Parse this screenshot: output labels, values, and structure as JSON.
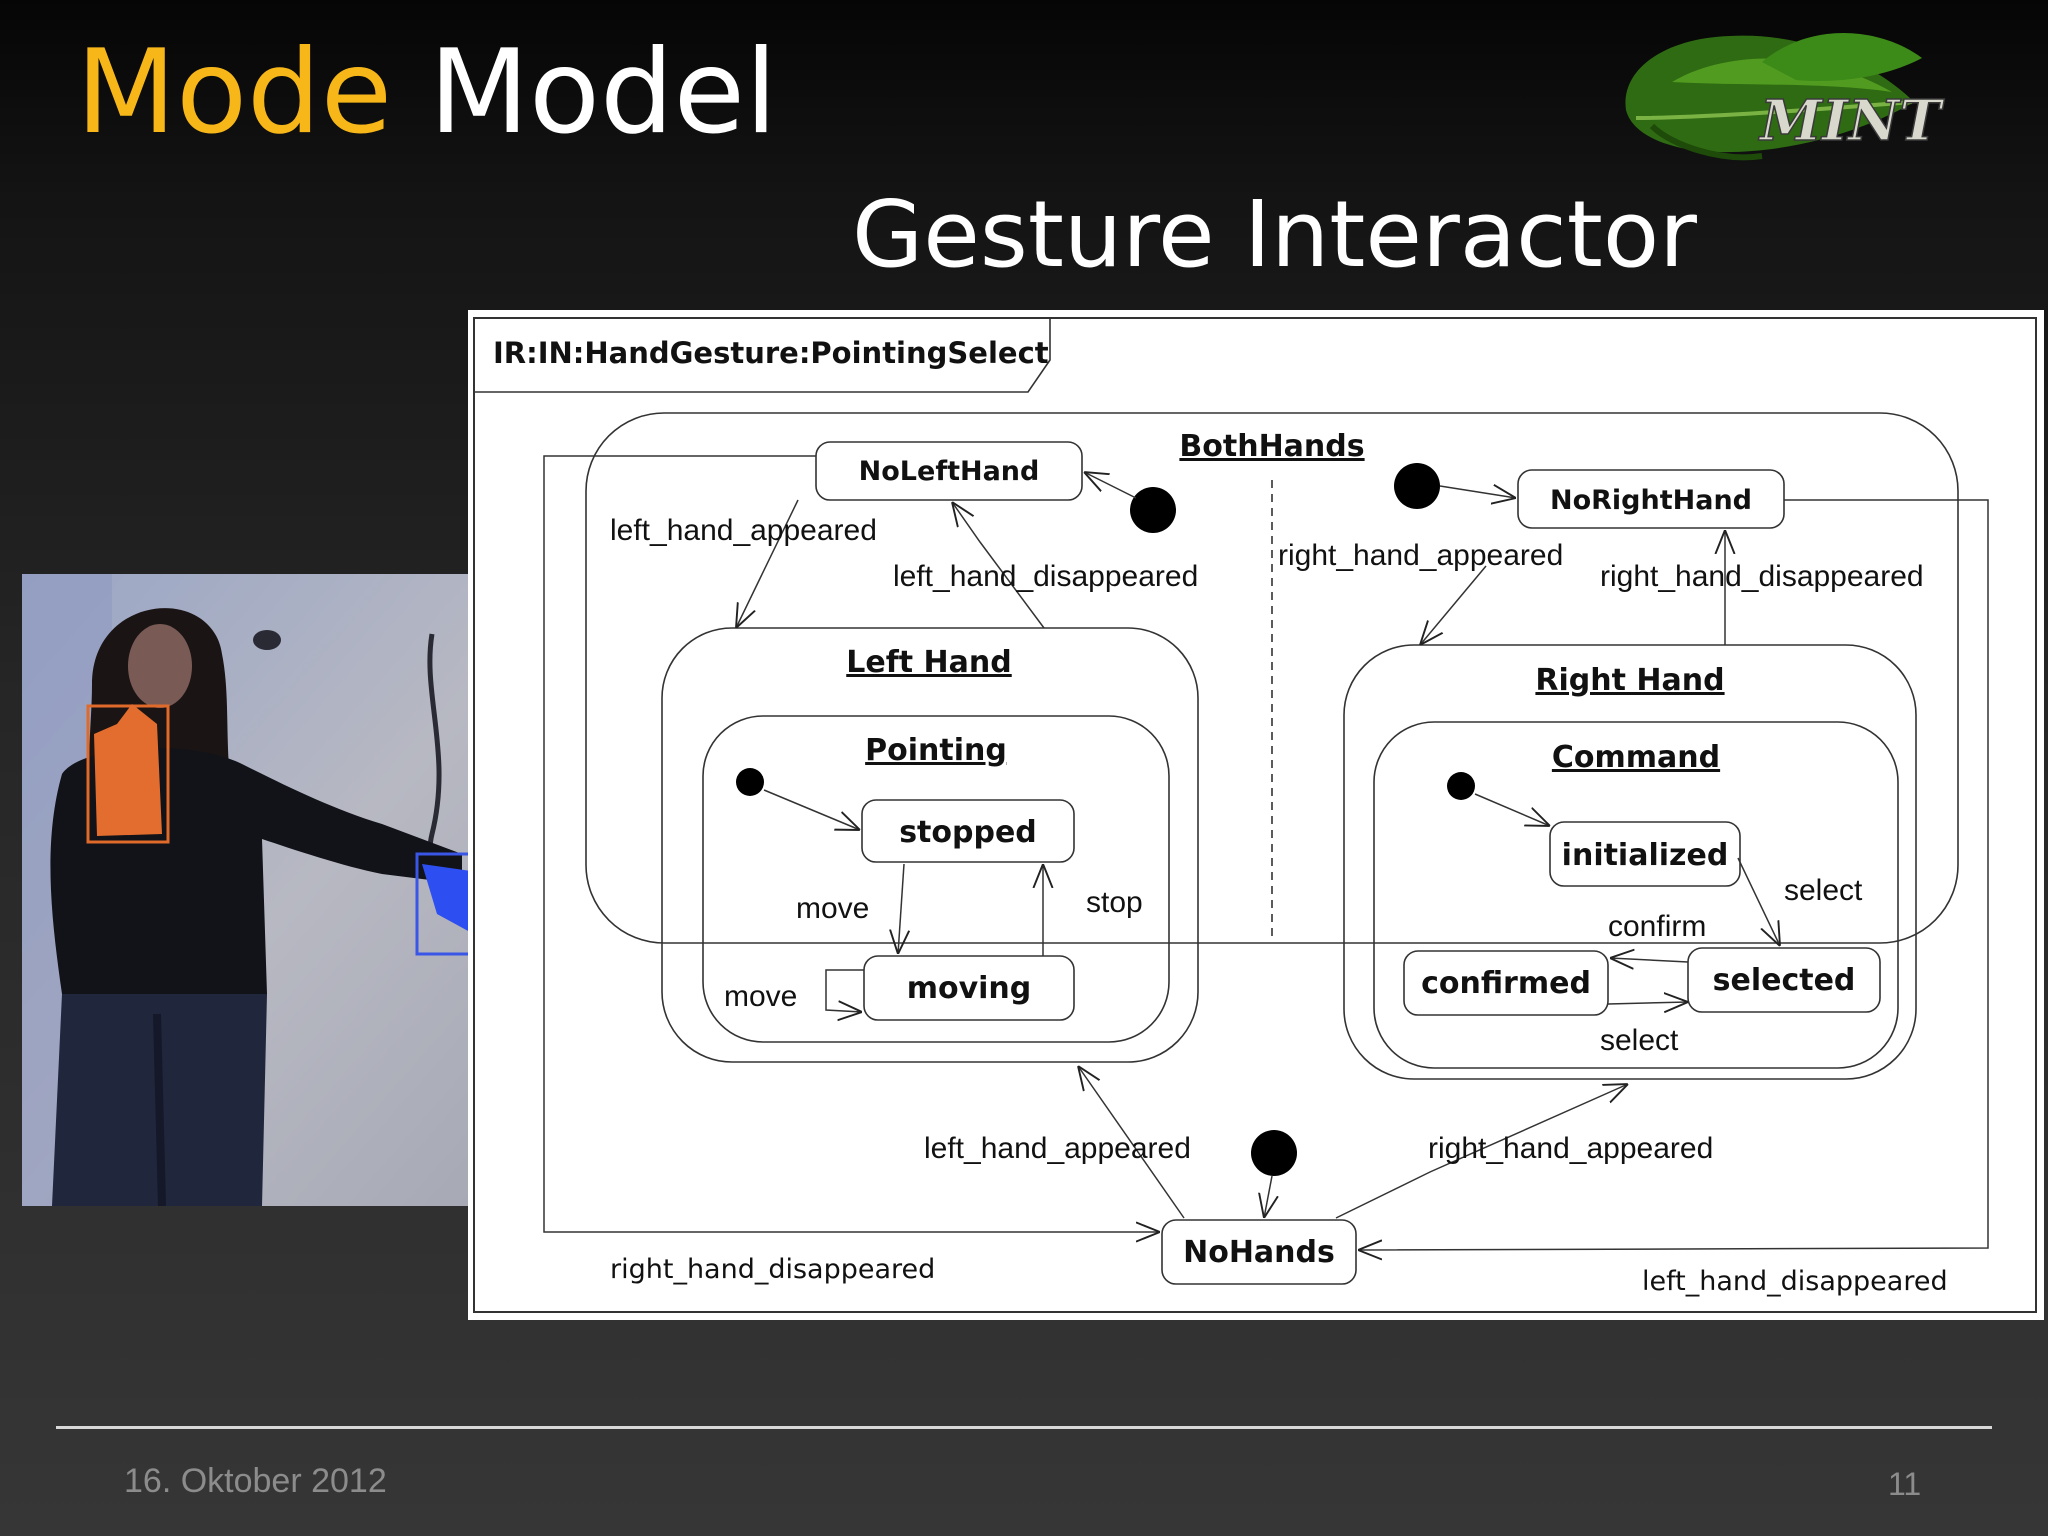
{
  "slide": {
    "title_part1": "Mode",
    "title_part2": "Model",
    "subtitle": "Gesture Interactor",
    "logo_text": "MINT",
    "date": "16. Oktober 2012",
    "page_number": "11"
  },
  "diagram": {
    "frame_label": "IR:IN:HandGesture:PointingSelect",
    "states": {
      "both_hands": "BothHands",
      "no_left_hand": "NoLeftHand",
      "no_right_hand": "NoRightHand",
      "left_hand": "Left Hand",
      "right_hand": "Right Hand",
      "pointing": "Pointing",
      "command": "Command",
      "stopped": "stopped",
      "moving": "moving",
      "initialized": "initialized",
      "confirmed": "confirmed",
      "selected": "selected",
      "no_hands": "NoHands"
    },
    "transitions": {
      "left_hand_appeared_top": "left_hand_appeared",
      "left_hand_disappeared_top": "left_hand_disappeared",
      "right_hand_appeared_top": "right_hand_appeared",
      "right_hand_disappeared_top": "right_hand_disappeared",
      "move_1": "move",
      "move_2": "move",
      "stop": "stop",
      "select_1": "select",
      "confirm": "confirm",
      "select_2": "select",
      "left_hand_appeared_bottom": "left_hand_appeared",
      "right_hand_appeared_bottom": "right_hand_appeared",
      "right_hand_disappeared_bottom": "right_hand_disappeared",
      "left_hand_disappeared_bottom": "left_hand_disappeared"
    }
  }
}
